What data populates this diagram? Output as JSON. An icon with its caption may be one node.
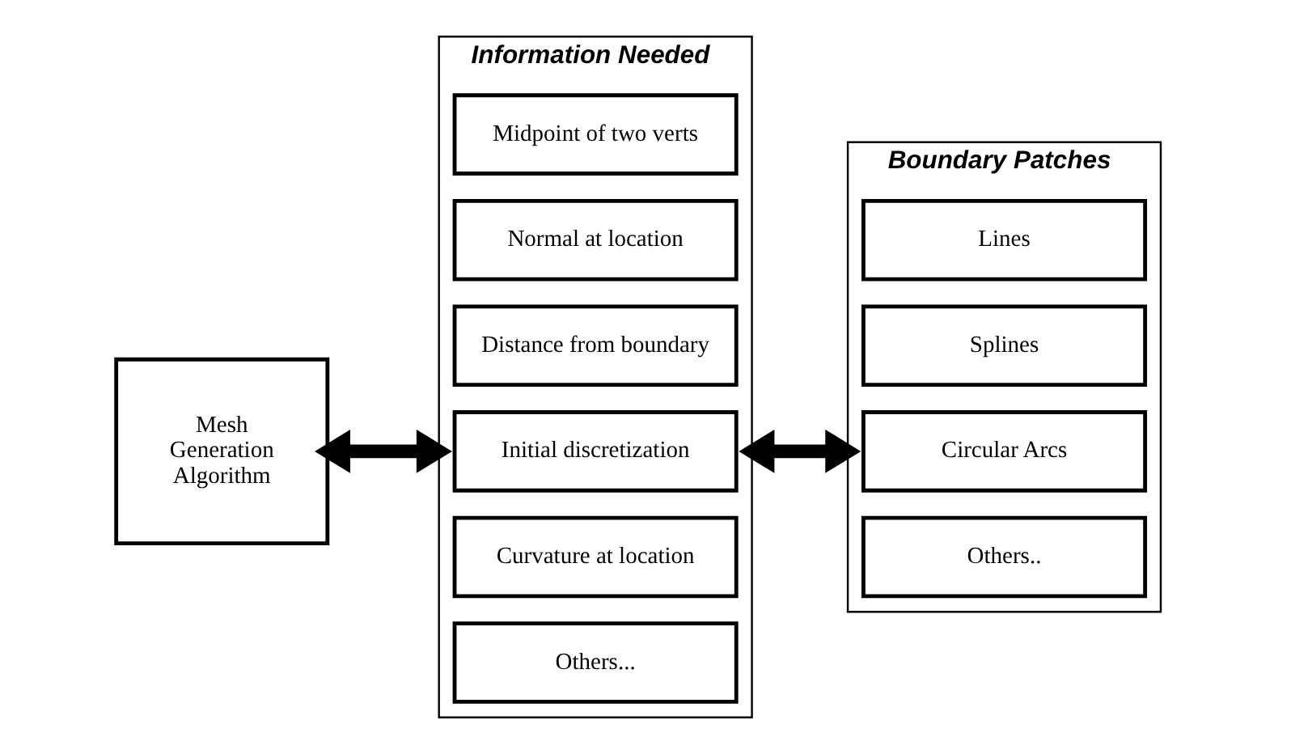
{
  "diagram": {
    "nodes": [
      {
        "text": [
          "Mesh Generation Algorithm"
        ]
      },
      {
        "text": [
          "Information Needed"
        ]
      },
      {
        "text": [
          "Midpoint of two verts"
        ],
        "in": 1
      },
      {
        "text": [
          "Normal at location"
        ],
        "in": 1
      },
      {
        "text": [
          "Distance from boundary"
        ],
        "in": 1
      },
      {
        "text": [
          "Initial discretization"
        ],
        "in": 1
      },
      {
        "text": [
          "Curvature at location"
        ],
        "in": 1
      },
      {
        "text": [
          "Others..."
        ],
        "in": 1
      },
      {
        "text": [
          "Boundary Patches"
        ]
      },
      {
        "text": [
          "Lines"
        ],
        "in": 8
      },
      {
        "text": [
          "Splines"
        ],
        "in": 8
      },
      {
        "text": [
          "Circular Arcs"
        ],
        "in": 8
      },
      {
        "text": [
          "Others.."
        ],
        "in": 8
      }
    ],
    "edges": [
      {
        "from": 0,
        "to": 1,
        "arrow": "both"
      },
      {
        "from": 1,
        "to": 8,
        "arrow": "both"
      }
    ]
  }
}
